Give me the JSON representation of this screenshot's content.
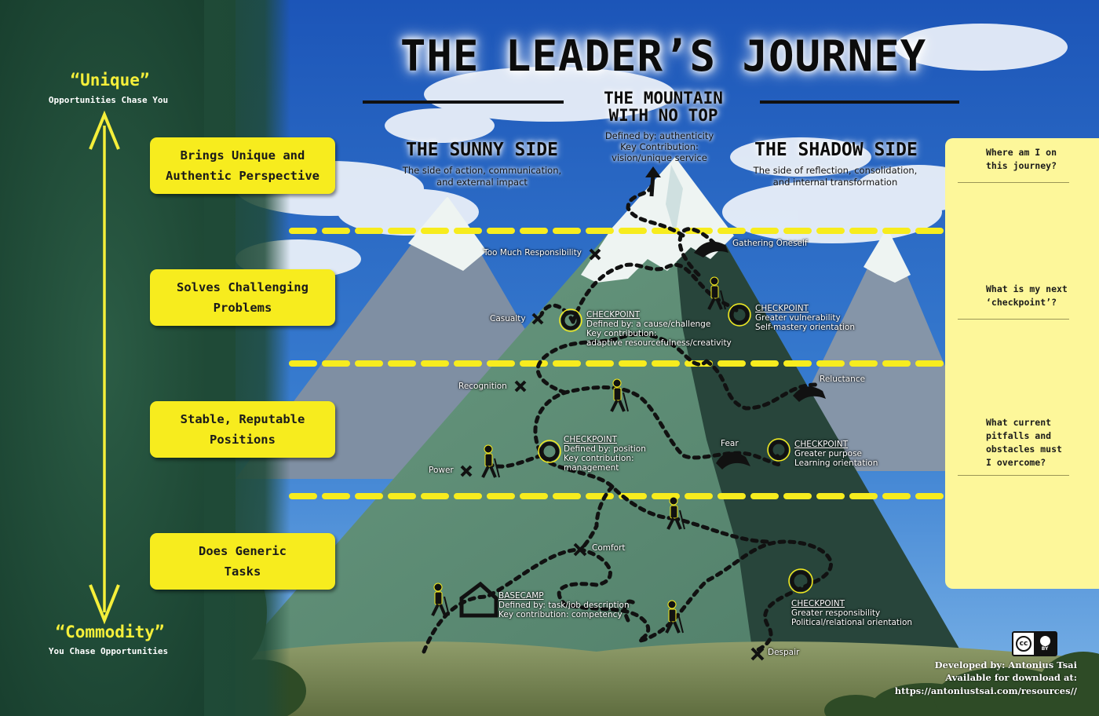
{
  "title": "THE LEADER’S JOURNEY",
  "subtitle": {
    "line1": "THE MOUNTAIN",
    "line2": "WITH NO TOP"
  },
  "summit": {
    "defined": "Defined by: authenticity",
    "contribution_label": "Key Contribution:",
    "contribution": "vision/unique service"
  },
  "sunny": {
    "title": "THE SUNNY SIDE",
    "desc1": "The side of action, communication,",
    "desc2": "and external impact"
  },
  "shadow": {
    "title": "THE SHADOW SIDE",
    "desc1": "The side of reflection, consolidation,",
    "desc2": "and internal transformation"
  },
  "scale": {
    "top_word": "“Unique”",
    "top_caption": "Opportunities Chase You",
    "bottom_word": "“Commodity”",
    "bottom_caption": "You Chase Opportunities"
  },
  "levels": [
    {
      "line1": "Brings Unique and",
      "line2": "Authentic Perspective"
    },
    {
      "line1": "Solves Challenging",
      "line2": "Problems"
    },
    {
      "line1": "Stable, Reputable",
      "line2": "Positions"
    },
    {
      "line1": "Does Generic",
      "line2": "Tasks"
    }
  ],
  "markers": {
    "too_much": "Too Much Responsibility",
    "gathering": "Gathering Oneself",
    "casualty": "Casualty",
    "recognition": "Recognition",
    "reluctance": "Reluctance",
    "fear": "Fear",
    "power": "Power",
    "comfort": "Comfort",
    "despair": "Despair"
  },
  "checkpoints": {
    "sunny_upper": {
      "h": "CHECKPOINT",
      "l1": "Defined by: a cause/challenge",
      "l2": "Key contribution:",
      "l3": "adaptive resourcefulness/creativity"
    },
    "shadow_upper": {
      "h": "CHECKPOINT",
      "l1": "Greater vulnerability",
      "l2": "Self-mastery orientation"
    },
    "sunny_mid": {
      "h": "CHECKPOINT",
      "l1": "Defined by: position",
      "l2": "Key contribution:",
      "l3": "management"
    },
    "shadow_mid": {
      "h": "CHECKPOINT",
      "l1": "Greater purpose",
      "l2": "Learning orientation"
    },
    "basecamp": {
      "h": "BASECAMP",
      "l1": "Defined by: task/job description",
      "l2": "Key contribution: competency"
    },
    "shadow_low": {
      "h": "CHECKPOINT",
      "l1": "Greater responsibility",
      "l2": "Political/relational orientation"
    }
  },
  "questions": [
    {
      "line1": "Where am I on",
      "line2": "this journey?"
    },
    {
      "line1": "What is my next",
      "line2": "‘checkpoint’?"
    },
    {
      "line1": "What current",
      "line2": "pitfalls and",
      "line3": "obstacles must",
      "line4": "I overcome?"
    }
  ],
  "license": {
    "cc": "cc",
    "by": "BY"
  },
  "credits": {
    "dev": "Developed by: Antonius Tsai",
    "avail": "Available for download at:",
    "url": "https://antoniustsai.com/resources//"
  },
  "colors": {
    "accent_yellow": "#f7ec1e",
    "sky": "#2c6bc4",
    "chalkboard": "#1f4a37",
    "mountain_green": "#5e8e76",
    "shadow_green": "#28453b",
    "note_yellow": "#fdf79a"
  }
}
